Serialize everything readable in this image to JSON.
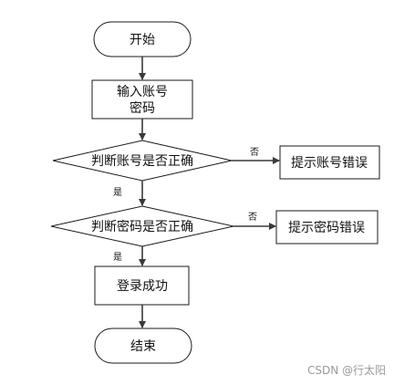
{
  "flowchart": {
    "start": "开始",
    "input_line1": "输入账号",
    "input_line2": "密码",
    "check_account": "判断账号是否正确",
    "account_error": "提示账号错误",
    "check_password": "判断密码是否正确",
    "password_error": "提示密码错误",
    "login_success": "登录成功",
    "end": "结束",
    "yes_label_1": "是",
    "no_label_1": "否",
    "yes_label_2": "是",
    "no_label_2": "否"
  },
  "watermark": "CSDN @行太阳",
  "colors": {
    "stroke": "#1a1a1a",
    "arrow": "#3a3a3a",
    "watermark": "#9a9a9a"
  }
}
